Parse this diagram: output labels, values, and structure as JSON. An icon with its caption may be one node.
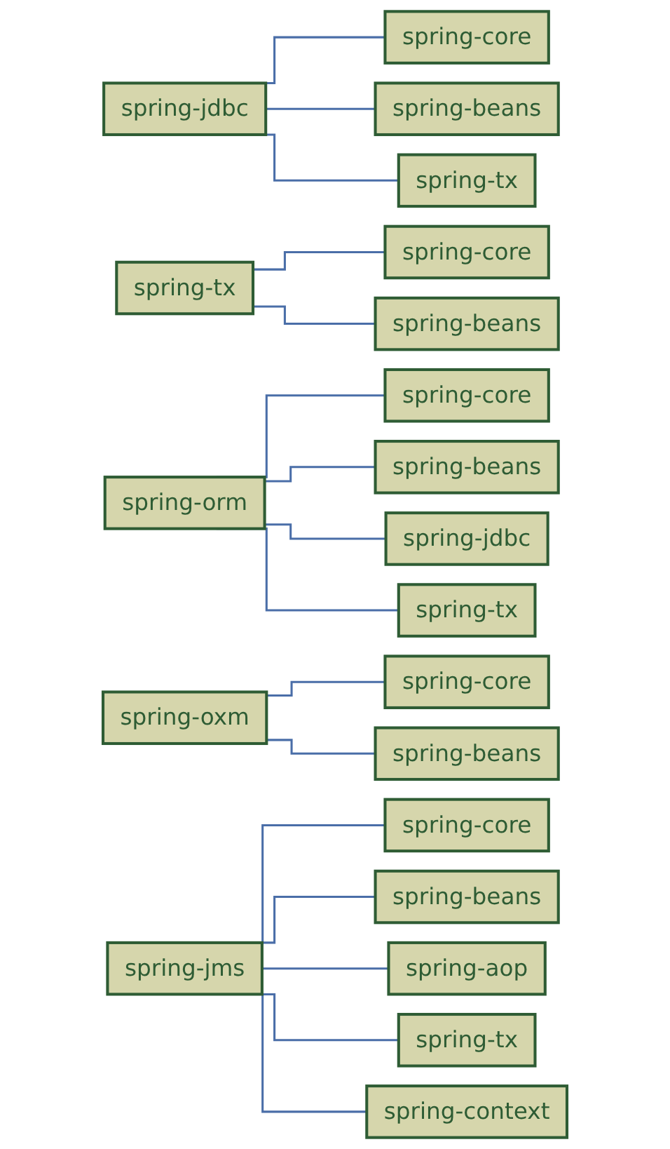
{
  "diagram": {
    "nodes": [
      {
        "text": [
          "spring-jdbc"
        ]
      },
      {
        "text": [
          "spring-core"
        ]
      },
      {
        "text": [
          "spring-beans"
        ]
      },
      {
        "text": [
          "spring-tx"
        ]
      },
      {
        "text": [
          "spring-tx"
        ]
      },
      {
        "text": [
          "spring-core"
        ]
      },
      {
        "text": [
          "spring-beans"
        ]
      },
      {
        "text": [
          "spring-orm"
        ]
      },
      {
        "text": [
          "spring-core"
        ]
      },
      {
        "text": [
          "spring-beans"
        ]
      },
      {
        "text": [
          "spring-jdbc"
        ]
      },
      {
        "text": [
          "spring-tx"
        ]
      },
      {
        "text": [
          "spring-oxm"
        ]
      },
      {
        "text": [
          "spring-core"
        ]
      },
      {
        "text": [
          "spring-beans"
        ]
      },
      {
        "text": [
          "spring-jms"
        ]
      },
      {
        "text": [
          "spring-core"
        ]
      },
      {
        "text": [
          "spring-beans"
        ]
      },
      {
        "text": [
          "spring-aop"
        ]
      },
      {
        "text": [
          "spring-tx"
        ]
      },
      {
        "text": [
          "spring-context"
        ]
      }
    ],
    "edges": [
      {
        "from": 0,
        "to": 1,
        "arrow": "none"
      },
      {
        "from": 0,
        "to": 2,
        "arrow": "none"
      },
      {
        "from": 0,
        "to": 3,
        "arrow": "none"
      },
      {
        "from": 4,
        "to": 5,
        "arrow": "none"
      },
      {
        "from": 4,
        "to": 6,
        "arrow": "none"
      },
      {
        "from": 7,
        "to": 8,
        "arrow": "none"
      },
      {
        "from": 7,
        "to": 9,
        "arrow": "none"
      },
      {
        "from": 7,
        "to": 10,
        "arrow": "none"
      },
      {
        "from": 7,
        "to": 11,
        "arrow": "none"
      },
      {
        "from": 12,
        "to": 13,
        "arrow": "none"
      },
      {
        "from": 12,
        "to": 14,
        "arrow": "none"
      },
      {
        "from": 15,
        "to": 16,
        "arrow": "none"
      },
      {
        "from": 15,
        "to": 17,
        "arrow": "none"
      },
      {
        "from": 15,
        "to": 18,
        "arrow": "none"
      },
      {
        "from": 15,
        "to": 19,
        "arrow": "none"
      },
      {
        "from": 15,
        "to": 20,
        "arrow": "none"
      }
    ]
  }
}
